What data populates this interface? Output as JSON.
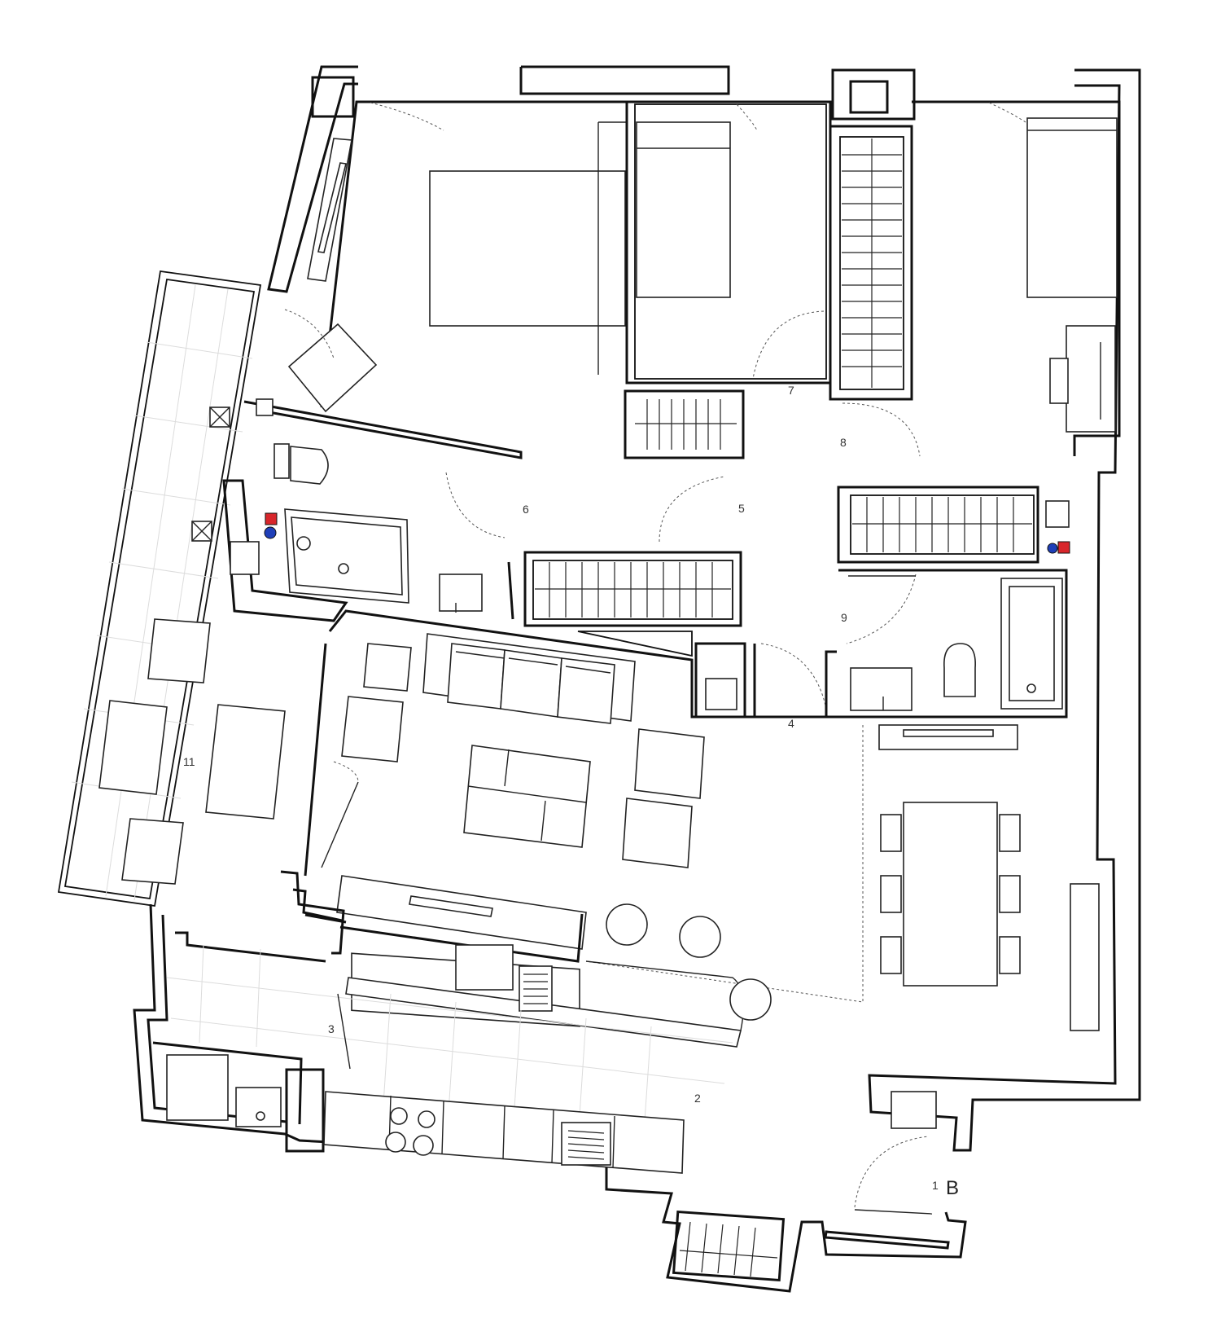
{
  "labels": {
    "r1": "1",
    "r2": "2",
    "r3": "3",
    "r4": "4",
    "r5": "5",
    "r6": "6",
    "r7": "7",
    "r8": "8",
    "r9": "9",
    "r11": "11",
    "unit": "B"
  },
  "colors": {
    "hot": "#d8262b",
    "cold": "#1f3fb8",
    "wall": "#111111"
  }
}
